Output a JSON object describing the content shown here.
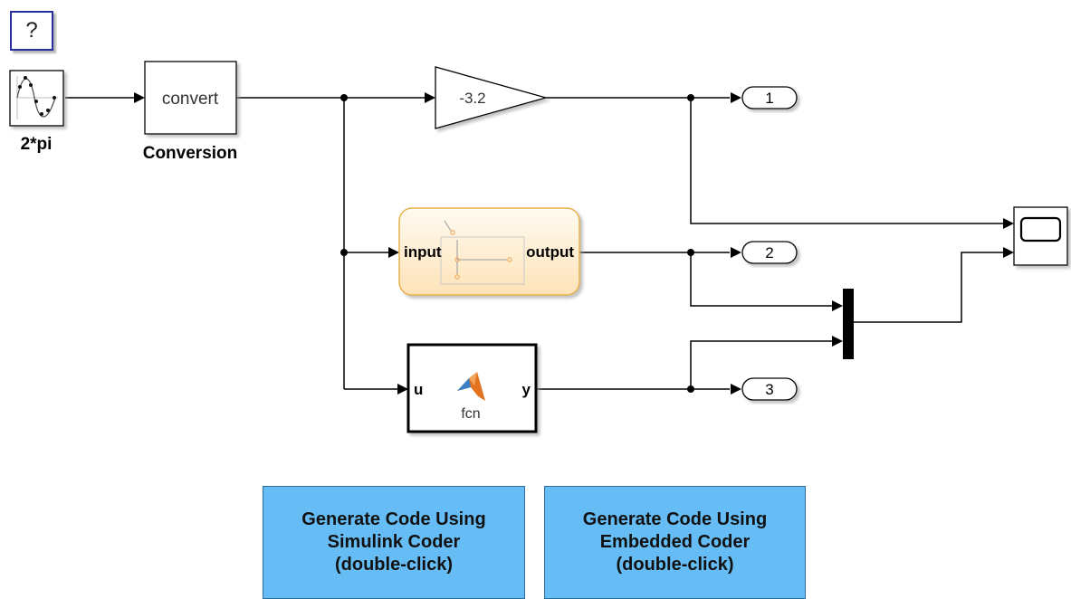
{
  "help_block": {
    "label": "?"
  },
  "sine_block": {
    "caption": "2*pi",
    "icon": "sine-wave-icon"
  },
  "conversion_block": {
    "label": "convert",
    "caption": "Conversion"
  },
  "gain_block": {
    "label": "-3.2"
  },
  "chart_block": {
    "input_port": "input",
    "output_port": "output",
    "icon": "stateflow-chart-icon"
  },
  "fcn_block": {
    "input_port": "u",
    "output_port": "y",
    "label": "fcn",
    "icon": "matlab-logo-icon"
  },
  "outports": [
    {
      "label": "1"
    },
    {
      "label": "2"
    },
    {
      "label": "3"
    }
  ],
  "scope_block": {
    "icon": "scope-screen-icon"
  },
  "mux_block": {
    "icon": "mux-bar"
  },
  "buttons": {
    "simulink_coder": [
      "Generate Code Using",
      "Simulink Coder",
      "(double-click)"
    ],
    "embedded_coder": [
      "Generate Code Using",
      "Embedded Coder",
      "(double-click)"
    ]
  },
  "colors": {
    "button_fill": "#66bdf6",
    "chart_fill": "#fde9c8",
    "chart_border": "#e8b24a",
    "help_border": "#2a2fa0",
    "matlab_logo": "#e2741f"
  }
}
